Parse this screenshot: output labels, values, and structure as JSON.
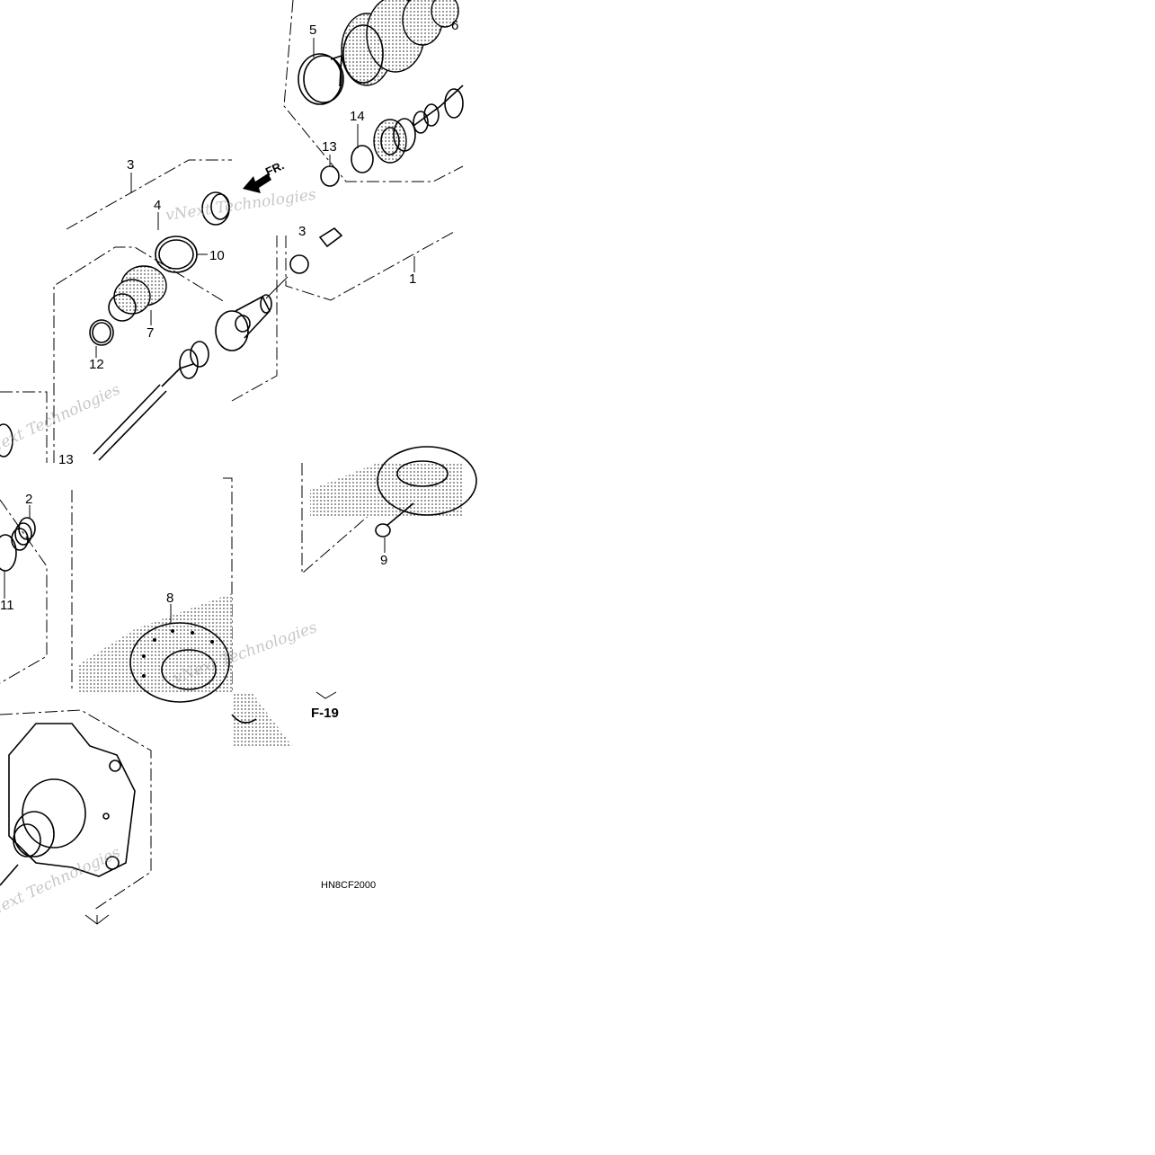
{
  "diagram": {
    "callouts": [
      {
        "id": "c1",
        "text": "1"
      },
      {
        "id": "c2",
        "text": "2"
      },
      {
        "id": "c3",
        "text": "3"
      },
      {
        "id": "c3b",
        "text": "3"
      },
      {
        "id": "c4",
        "text": "4"
      },
      {
        "id": "c5",
        "text": "5"
      },
      {
        "id": "c6",
        "text": "6"
      },
      {
        "id": "c7",
        "text": "7"
      },
      {
        "id": "c8",
        "text": "8"
      },
      {
        "id": "c9",
        "text": "9"
      },
      {
        "id": "c10",
        "text": "10"
      },
      {
        "id": "c11",
        "text": "11"
      },
      {
        "id": "c12",
        "text": "12"
      },
      {
        "id": "c13",
        "text": "13"
      },
      {
        "id": "c13b",
        "text": "13"
      },
      {
        "id": "c14",
        "text": "14"
      }
    ],
    "front_indicator": "FR.",
    "section_reference": "F-19",
    "diagram_code": "HN8CF2000",
    "watermark_text": "vNext Technologies"
  },
  "colors": {
    "line": "#000000",
    "background": "#ffffff",
    "watermark": "#9a9a9a"
  }
}
